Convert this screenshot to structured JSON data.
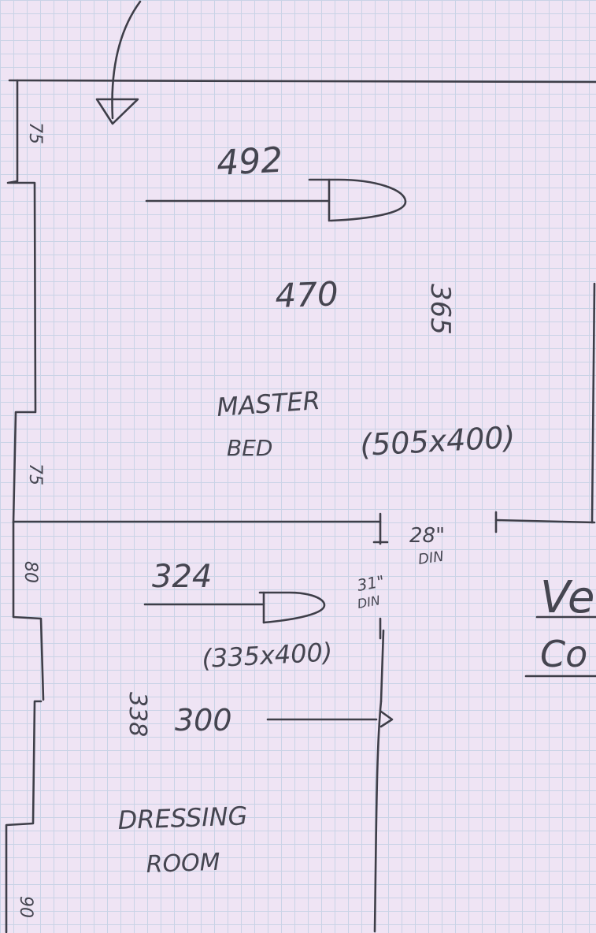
{
  "colors": {
    "paper": "#efe4f4",
    "grid": "#c9d3e6",
    "ink": "#3e3e48"
  },
  "master_bed": {
    "label_line1": "MASTER",
    "label_line2": "BED",
    "size": "(505x400)",
    "width": "492",
    "inner_width": "470",
    "height": "365",
    "wall_top": "75",
    "wall_bottom": "75",
    "door": "28\"",
    "door_note": "DIN"
  },
  "walk_in": {
    "width": "324",
    "size": "(335x400)",
    "wall_left": "80",
    "door": "31\"",
    "door_note": "DIN"
  },
  "dressing_room": {
    "label_line1": "DRESSING",
    "label_line2": "ROOM",
    "width": "300",
    "height": "338",
    "wall_bottom": "90"
  },
  "cutoff": {
    "line1": "Ve",
    "line2": "Co"
  }
}
